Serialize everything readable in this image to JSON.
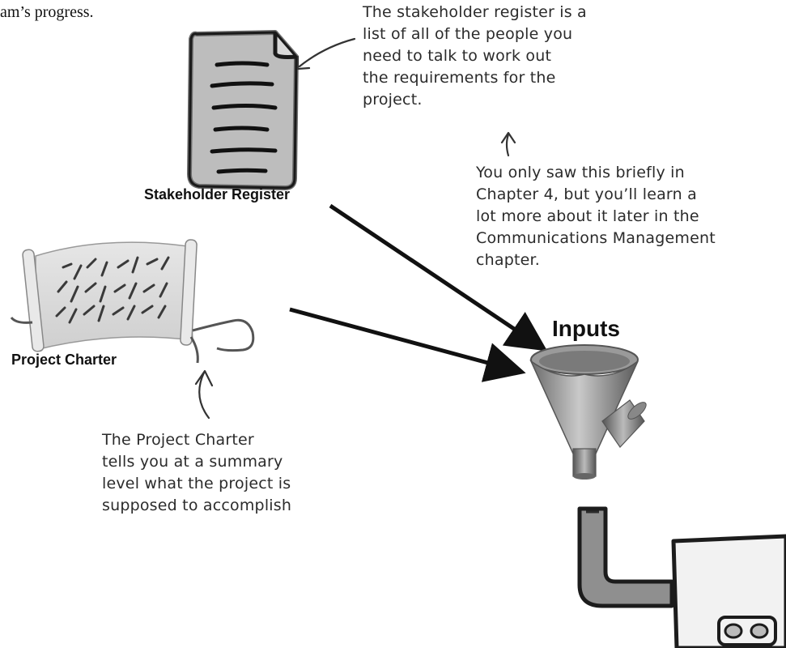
{
  "page": {
    "top_text_fragment": "am’s progress."
  },
  "labels": {
    "stakeholder_register": "Stakeholder Register",
    "project_charter": "Project Charter",
    "inputs": "Inputs"
  },
  "notes": {
    "stakeholder_note": [
      "The stakeholder register is a",
      "list of all of the people you",
      "need to talk to work out",
      "the requirements for the",
      "project."
    ],
    "chapter_note": [
      "You only saw this briefly in",
      "Chapter 4, but you’ll learn a",
      "lot more about it later in the",
      "Communications Management",
      "chapter."
    ],
    "charter_note": [
      "The Project Charter",
      "tells you at a summary",
      "level what the project is",
      "supposed to accomplish"
    ]
  },
  "icons": [
    "document-icon",
    "scroll-icon",
    "funnel-icon",
    "pipe-icon",
    "machine-icon"
  ],
  "colors": {
    "ink": "#111111",
    "handwriting": "#2b2b2b",
    "paper_gray": "#bdbdbd",
    "funnel_gray": "#8a8a8a"
  }
}
